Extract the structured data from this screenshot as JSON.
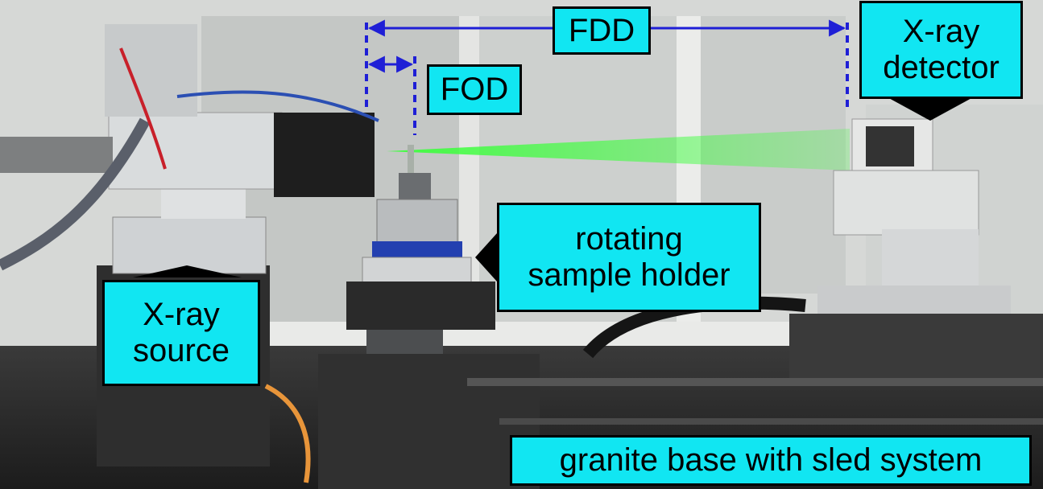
{
  "labels": {
    "fdd": "FDD",
    "fod": "FOD",
    "detector": [
      "X-ray",
      "detector"
    ],
    "sample_holder": [
      "rotating",
      "sample holder"
    ],
    "source": [
      "X-ray",
      "source"
    ],
    "base": "granite base with sled system"
  },
  "colors": {
    "label_fill": "#11e6f2",
    "label_border": "#000000",
    "dimension_line": "#1f1fd6",
    "beam": "#3cff3c"
  }
}
